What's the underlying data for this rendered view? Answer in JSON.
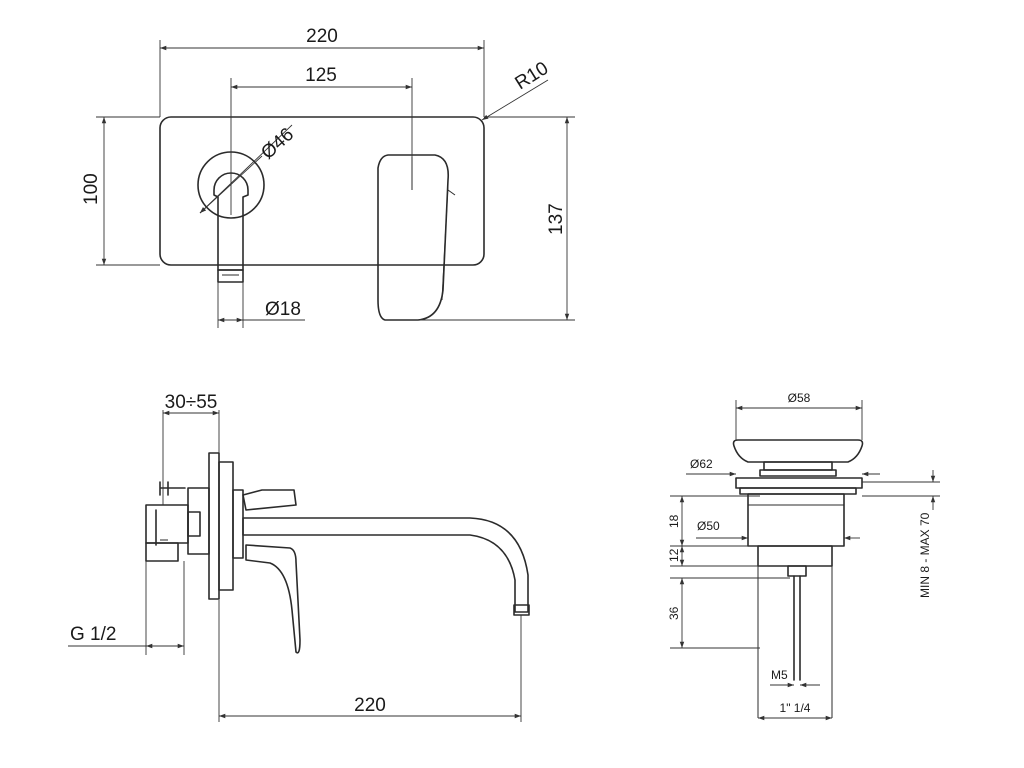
{
  "front_view": {
    "width": "220",
    "axis_distance": "125",
    "corner_radius": "R10",
    "rosette_diameter": "Ø46",
    "spout_diameter": "Ø18",
    "plate_height": "100",
    "total_height": "137"
  },
  "side_view": {
    "wall_depth": "30÷55",
    "thread": "G 1/2",
    "spout_length": "220"
  },
  "drain_view": {
    "cap_diameter": "Ø58",
    "flange_diameter": "Ø62",
    "body_diameter": "Ø50",
    "height_18": "18",
    "height_12": "12",
    "height_36": "36",
    "range": "MIN 8 - MAX 70",
    "rod_thread": "M5",
    "thread": "1\" 1/4"
  }
}
